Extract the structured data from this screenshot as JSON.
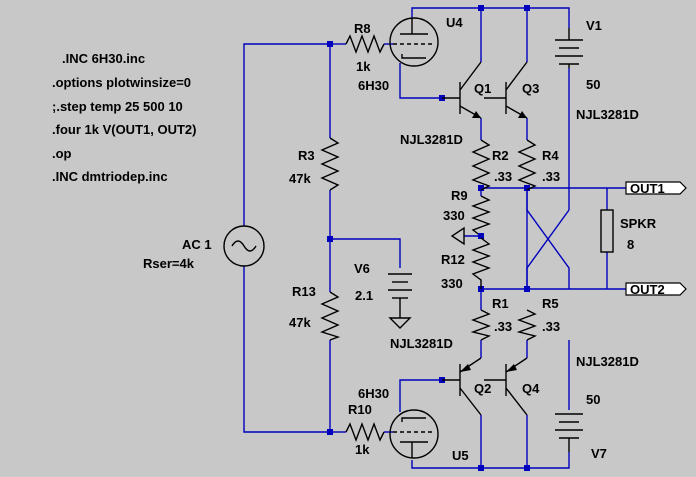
{
  "directives": [
    ".INC 6H30.inc",
    ".options plotwinsize=0",
    ";.step temp 25 500 10",
    ".four 1k V(OUT1, OUT2)",
    ".op",
    ".INC dmtriodep.inc"
  ],
  "components": {
    "r8": {
      "name": "R8",
      "value": "1k"
    },
    "u4": {
      "name": "U4",
      "value": "6H30"
    },
    "q1": {
      "name": "Q1",
      "value": "NJL3281D"
    },
    "q3": {
      "name": "Q3",
      "value": "NJL3281D"
    },
    "v1": {
      "name": "V1",
      "value": "50"
    },
    "r3": {
      "name": "R3",
      "value": "47k"
    },
    "r2": {
      "name": "R2",
      "value": ".33"
    },
    "r4": {
      "name": "R4",
      "value": ".33"
    },
    "r9": {
      "name": "R9",
      "value": "330"
    },
    "r12": {
      "name": "R12",
      "value": "330"
    },
    "ac": {
      "name": "AC 1",
      "value": "Rser=4k"
    },
    "v6": {
      "name": "V6",
      "value": "2.1"
    },
    "r13": {
      "name": "R13",
      "value": "47k"
    },
    "r1": {
      "name": "R1",
      "value": ".33"
    },
    "r5": {
      "name": "R5",
      "value": ".33"
    },
    "q2": {
      "name": "Q2",
      "value": "NJL3281D"
    },
    "q4": {
      "name": "Q4",
      "value": "NJL3281D"
    },
    "u5": {
      "name": "U5",
      "value": "6H30"
    },
    "r10": {
      "name": "R10",
      "value": "1k"
    },
    "v7": {
      "name": "V7",
      "value": "50"
    },
    "spkr": {
      "name": "SPKR",
      "value": "8"
    }
  },
  "ports": {
    "out1": "OUT1",
    "out2": "OUT2"
  },
  "colors": {
    "background": "#c8c8c8",
    "wire": "#0000bd",
    "component": "#000000"
  }
}
